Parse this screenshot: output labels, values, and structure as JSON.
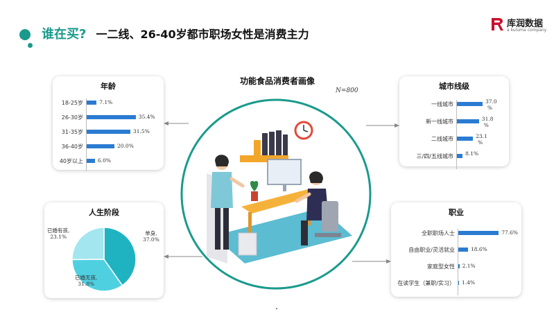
{
  "header": {
    "question": "谁在买?",
    "title": "一二线、26-40岁都市职场女性是消费主力"
  },
  "logo": {
    "name": "库润数据",
    "sub": "a kuluma company",
    "color": "#c8102e"
  },
  "center": {
    "title": "功能食品消费者画像",
    "sample": "N=800"
  },
  "colors": {
    "accent": "#1a9a8c",
    "bar": "#2a7bd1"
  },
  "chart_data": [
    {
      "type": "bar",
      "orientation": "horizontal",
      "title": "年龄",
      "categories": [
        "18-25岁",
        "26-30岁",
        "31-35岁",
        "36-40岁",
        "40岁以上"
      ],
      "values": [
        7.1,
        35.4,
        31.5,
        20.0,
        6.0
      ],
      "labels": [
        "7.1%",
        "35.4%",
        "31.5%",
        "20.0%",
        "6.0%"
      ],
      "unit": "%"
    },
    {
      "type": "bar",
      "orientation": "horizontal",
      "title": "城市线级",
      "categories": [
        "一线城市",
        "新一线城市",
        "二线城市",
        "三/四/五线城市"
      ],
      "values": [
        37.0,
        31.8,
        23.1,
        8.1
      ],
      "labels": [
        [
          "37.0",
          "%"
        ],
        [
          "31.8",
          "%"
        ],
        [
          "23.1",
          "%"
        ],
        [
          "8.1%"
        ]
      ],
      "unit": "%"
    },
    {
      "type": "pie",
      "title": "人生阶段",
      "categories": [
        "单身",
        "已婚无孩",
        "已婚有孩"
      ],
      "values": [
        37.0,
        31.8,
        23.1
      ],
      "labels": [
        [
          "单身,",
          "37.0%"
        ],
        [
          "已婚无孩,",
          "31.8%"
        ],
        [
          "已婚有孩,",
          "23.1%"
        ]
      ],
      "colors": [
        "#1fb3c2",
        "#4fd0e0",
        "#a3e6ef"
      ]
    },
    {
      "type": "bar",
      "orientation": "horizontal",
      "title": "职业",
      "categories": [
        "全职职场人士",
        "自由职业/灵活就业",
        "家庭型女性",
        "在读学生（兼职/实习）"
      ],
      "values": [
        77.6,
        18.6,
        2.1,
        1.4
      ],
      "labels": [
        "77.6%",
        "18.6%",
        "2.1%",
        "1.4%"
      ],
      "unit": "%"
    }
  ]
}
